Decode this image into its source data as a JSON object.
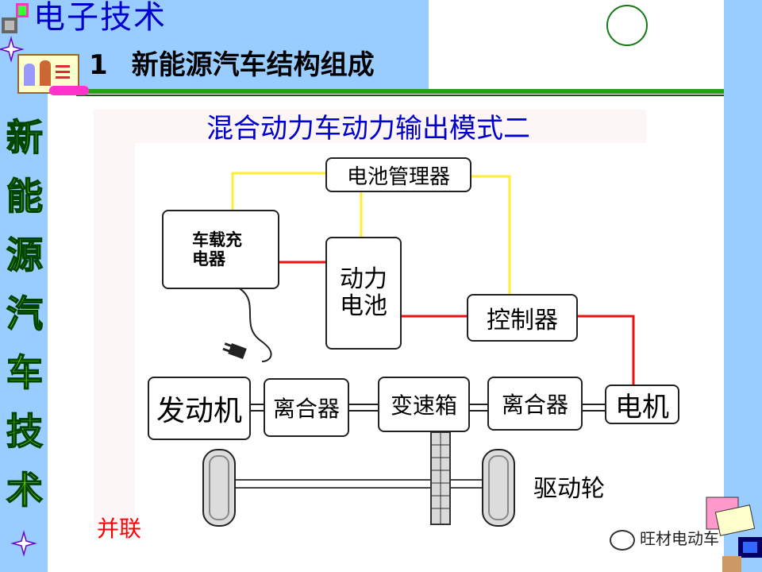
{
  "header": {
    "title": "电子技术",
    "section_number": "1",
    "section_title": "新能源汽车结构组成"
  },
  "sidebar": {
    "chars": [
      "新",
      "能",
      "源",
      "汽",
      "车",
      "技",
      "术"
    ]
  },
  "diagram": {
    "title": "混合动力车动力输出模式二",
    "boxes": {
      "bms": "电池管理器",
      "charger_line1": "车载充",
      "charger_line2": "电器",
      "battery_line1": "动力",
      "battery_line2": "电池",
      "controller": "控制器",
      "engine": "发动机",
      "clutch1": "离合器",
      "gearbox": "变速箱",
      "clutch2": "离合器",
      "motor": "电机"
    },
    "wheel_label": "驱动轮",
    "mode_label": "并联"
  },
  "watermark": {
    "text": "旺材电动车"
  },
  "colors": {
    "signal_wire": "#ffee33",
    "power_wire": "#ee1111",
    "side_text": "#7fff00",
    "title_blue": "#0000cc"
  }
}
